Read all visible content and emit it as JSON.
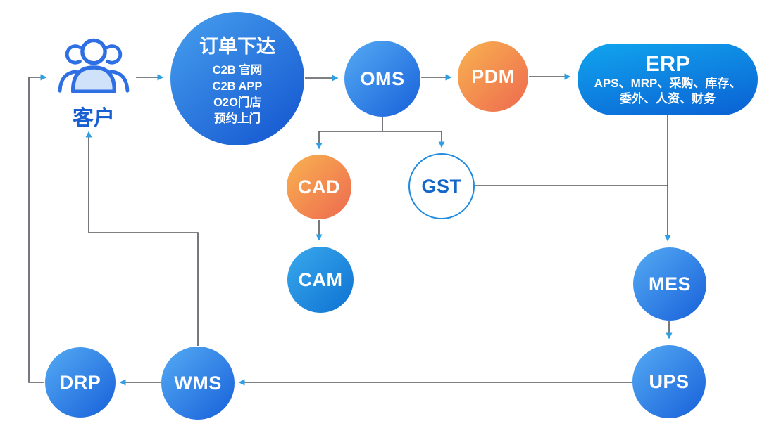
{
  "diagram": {
    "nodes": {
      "customer": {
        "label": "客户"
      },
      "order": {
        "title": "订单下达",
        "lines": [
          "C2B 官网",
          "C2B APP",
          "O2O门店",
          "预约上门"
        ]
      },
      "oms": {
        "label": "OMS"
      },
      "pdm": {
        "label": "PDM"
      },
      "erp": {
        "title": "ERP",
        "sub": [
          "APS、MRP、采购、库存、",
          "委外、人资、财务"
        ]
      },
      "cad": {
        "label": "CAD"
      },
      "gst": {
        "label": "GST"
      },
      "cam": {
        "label": "CAM"
      },
      "mes": {
        "label": "MES"
      },
      "ups": {
        "label": "UPS"
      },
      "wms": {
        "label": "WMS"
      },
      "drp": {
        "label": "DRP"
      }
    },
    "colors": {
      "blue_gradient_start": "#55abf3",
      "blue_gradient_end": "#1760da",
      "orange_gradient_start": "#f8b350",
      "orange_gradient_end": "#ee6950",
      "erp_gradient_start": "#11a5ee",
      "erp_gradient_end": "#0a60d3",
      "gst_border": "#1e8ae0",
      "gst_text": "#1467c8",
      "connector_line": "#53575c",
      "arrowhead": "#2e9fe2",
      "customer_label": "#1a5fd2"
    }
  }
}
